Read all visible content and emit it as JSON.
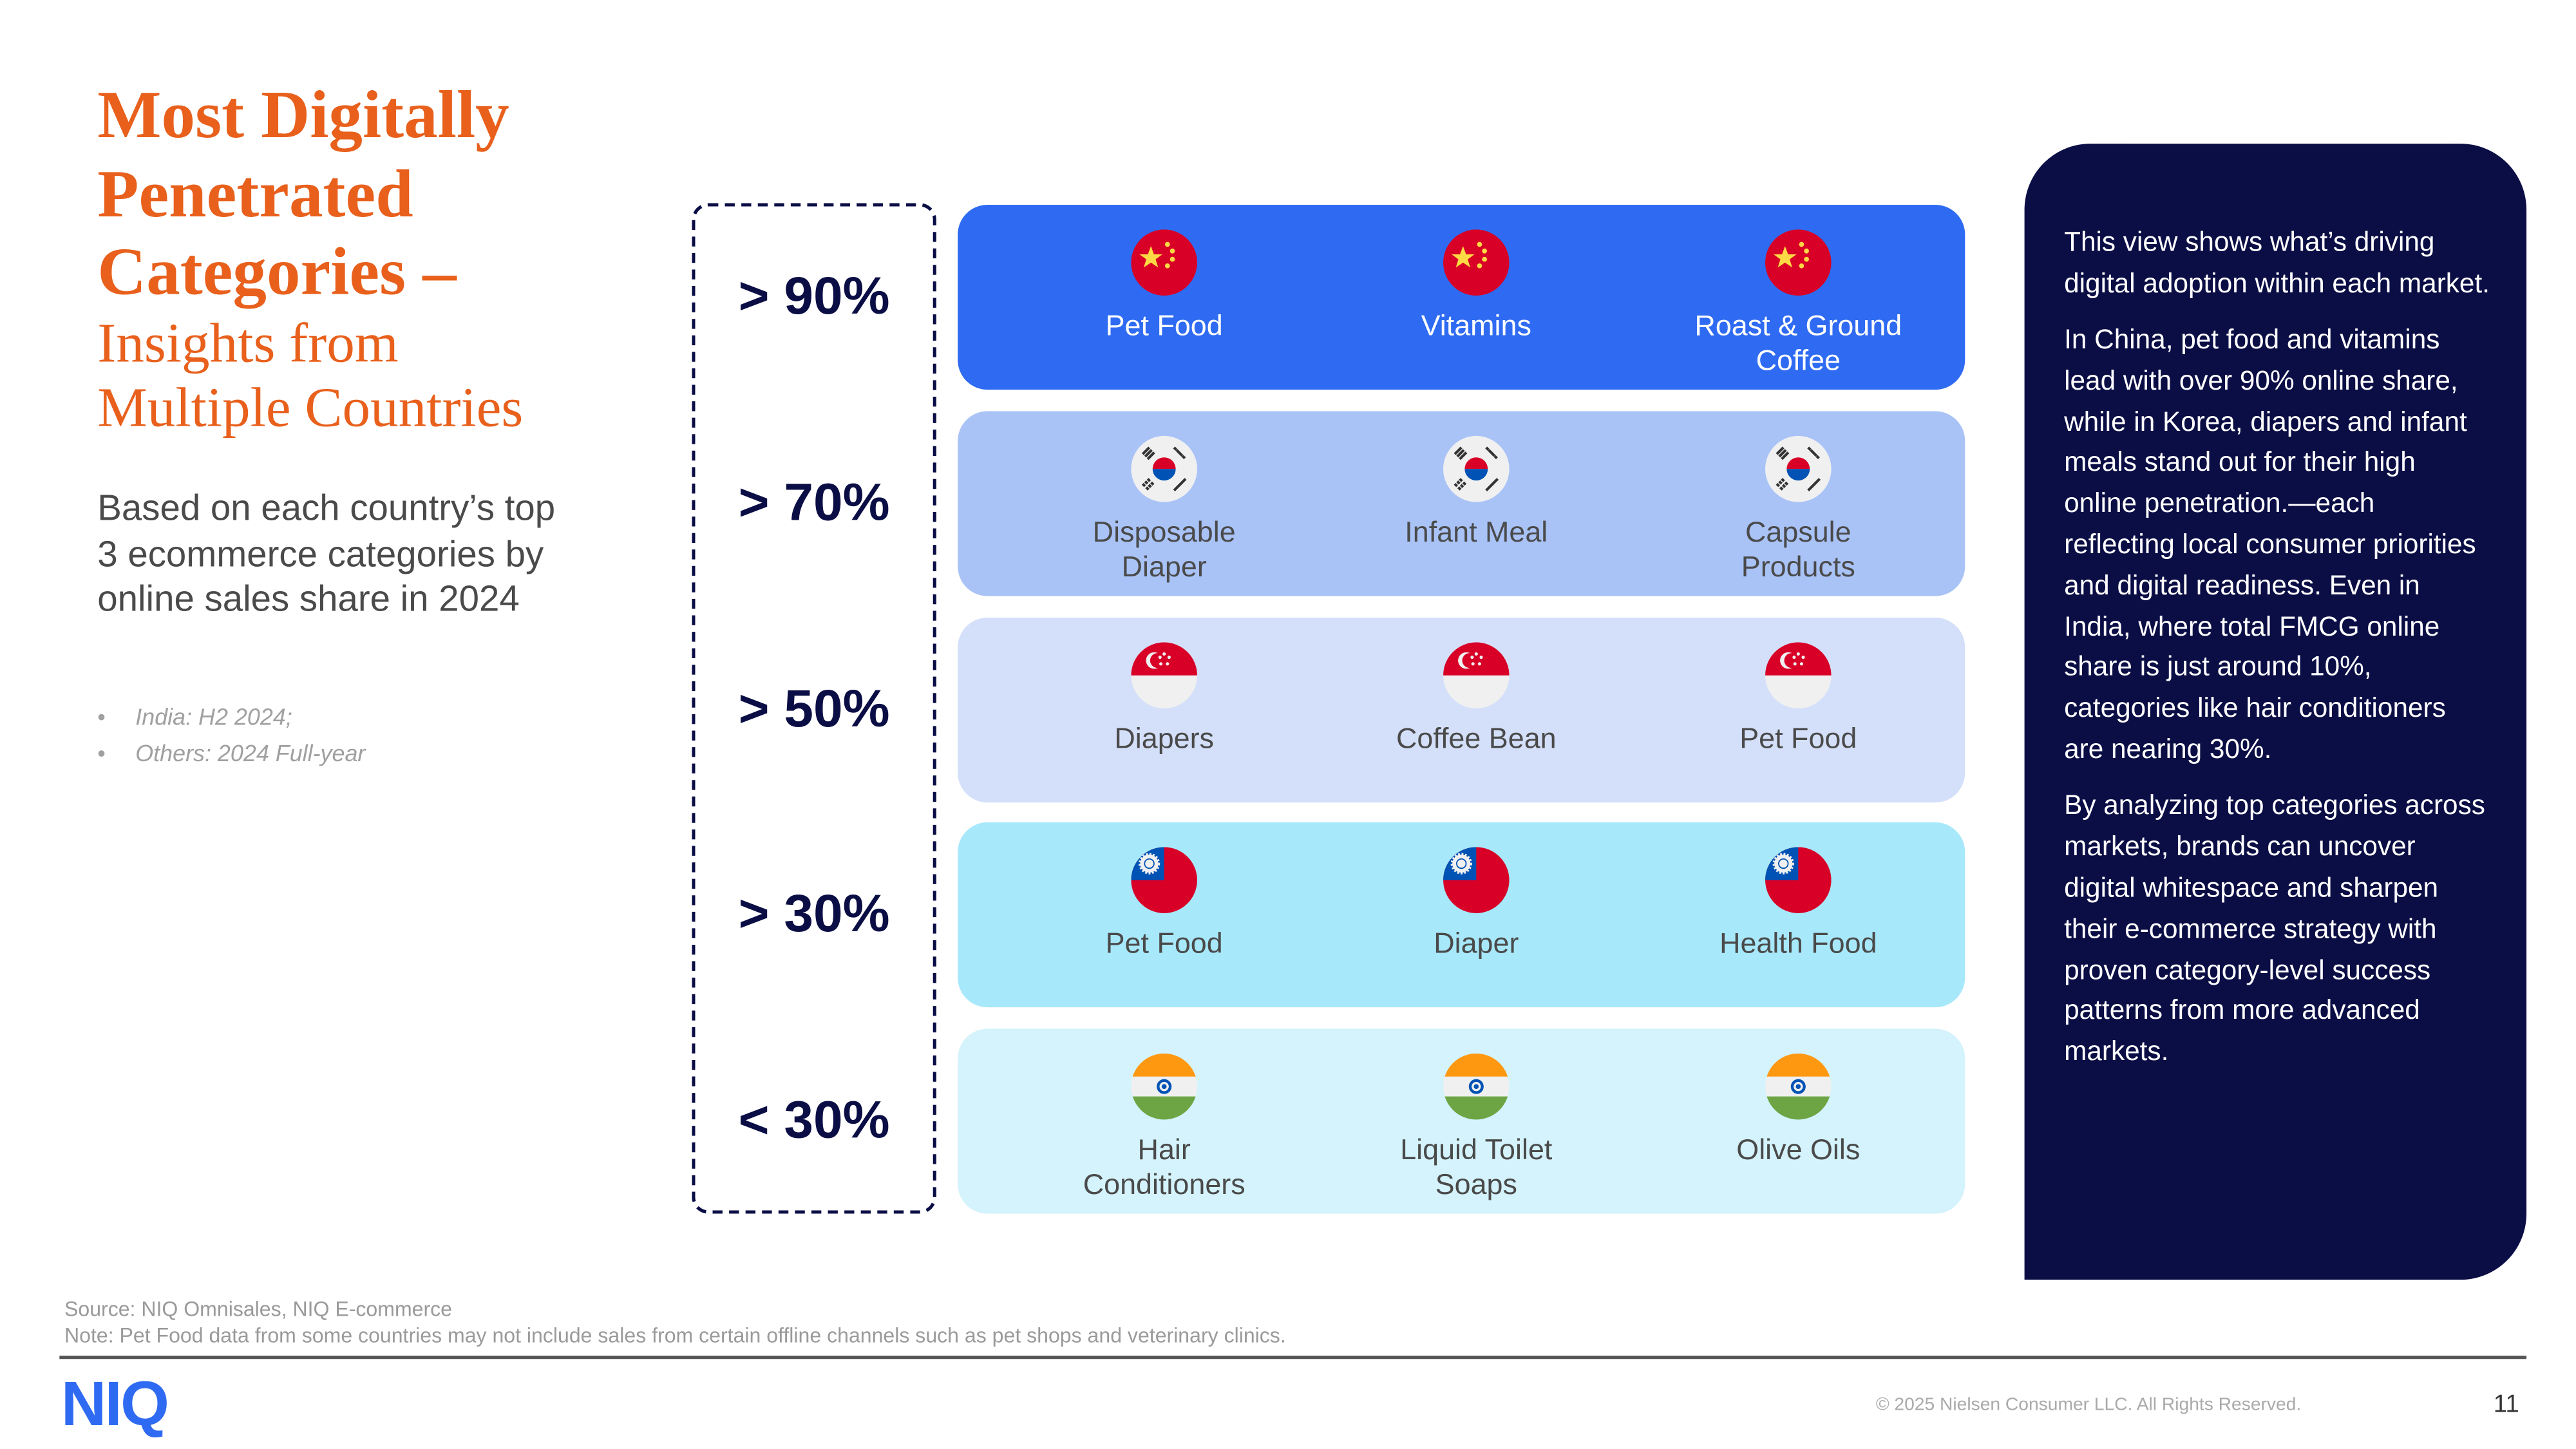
{
  "title": {
    "line1": "Most Digitally",
    "line2": "Penetrated",
    "line3": "Categories –",
    "sub1": "Insights from",
    "sub2": "Multiple Countries"
  },
  "description": "Based on each country’s top 3 ecommerce categories by online sales share in 2024",
  "bullets": [
    "India: H2 2024;",
    "Others: 2024 Full-year"
  ],
  "colors": {
    "accent": "#E8601C",
    "navy": "#0B0E45",
    "brand": "#2F6BF2"
  },
  "tiers": [
    {
      "level": "> 90%",
      "flag": "china",
      "bg": "#2F6BF2",
      "text_color": "#ffffff",
      "categories": [
        "Pet Food",
        "Vitamins",
        "Roast & Ground Coffee"
      ]
    },
    {
      "level": "> 70%",
      "flag": "korea",
      "bg": "#A9C3F7",
      "text_color": "#4a4a4a",
      "categories": [
        "Disposable Diaper",
        "Infant Meal",
        "Capsule Products"
      ]
    },
    {
      "level": "> 50%",
      "flag": "singapore",
      "bg": "#D4E0FA",
      "text_color": "#4a4a4a",
      "categories": [
        "Diapers",
        "Coffee Bean",
        "Pet Food"
      ]
    },
    {
      "level": "> 30%",
      "flag": "taiwan",
      "bg": "#A8E8FB",
      "text_color": "#4a4a4a",
      "categories": [
        "Pet Food",
        "Diaper",
        "Health Food"
      ]
    },
    {
      "level": "< 30%",
      "flag": "india",
      "bg": "#D4F3FC",
      "text_color": "#4a4a4a",
      "categories": [
        "Hair Conditioners",
        "Liquid Toilet Soaps",
        "Olive Oils"
      ]
    }
  ],
  "panel": {
    "paragraphs": [
      "This view shows what’s driving digital adoption within each market.",
      "In China, pet food and vitamins lead with over 90% online share, while in Korea, diapers and infant meals stand out for their high online penetration.—each reflecting local consumer priorities and digital readiness. Even in India, where total FMCG online share is just around 10%, categories like hair conditioners are nearing 30%.",
      "By analyzing top categories across markets, brands can uncover digital whitespace and sharpen their e-commerce strategy with proven category-level success patterns from more advanced markets."
    ]
  },
  "footer": {
    "source": "Source: NIQ Omnisales, NIQ E-commerce",
    "note": "Note: Pet Food data from some countries may not include sales from certain offline channels such as pet shops and veterinary clinics.",
    "logo": "NIQ",
    "copyright": "© 2025 Nielsen Consumer LLC. All Rights Reserved.",
    "page": "11"
  }
}
